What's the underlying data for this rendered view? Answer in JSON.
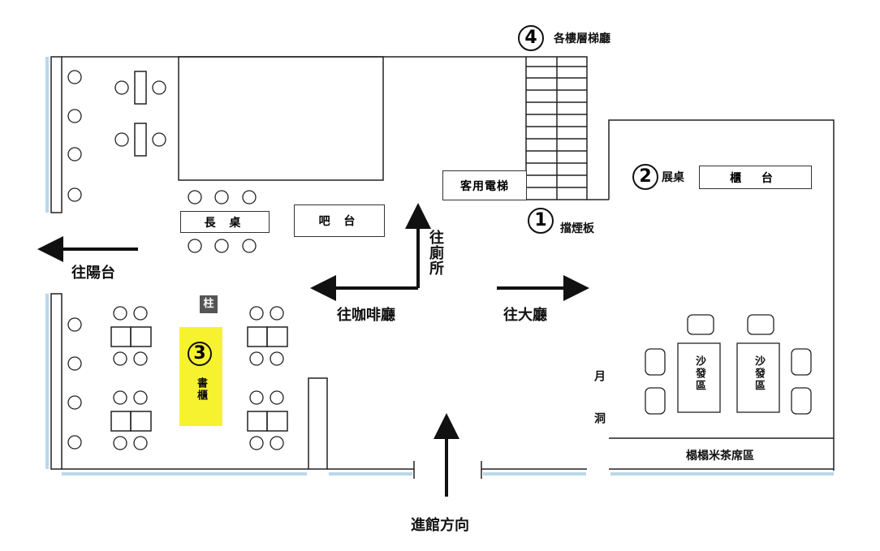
{
  "labels": {
    "stair_hall": "各樓層梯廳",
    "elevator": "客用電梯",
    "smoke_barrier": "擋煙板",
    "display_table": "展桌",
    "counter": "櫃 台",
    "long_table": "長 桌",
    "bar": "吧 台",
    "pillar": "柱",
    "bookcase": "書櫃",
    "moon_gate": "月洞",
    "sofa_1": "沙發區",
    "sofa_2": "沙發區",
    "tatami": "榻榻米茶席區"
  },
  "markers": {
    "m1": "1",
    "m2": "2",
    "m3": "3",
    "m4": "4"
  },
  "directions": {
    "balcony": "往陽台",
    "cafe": "往咖啡廳",
    "restroom": "往廁所",
    "lobby": "往大廳",
    "entrance": "進館方向"
  },
  "colors": {
    "bookcase": "#f7f230",
    "window": "#b8d8ea",
    "pillar": "#555555"
  }
}
